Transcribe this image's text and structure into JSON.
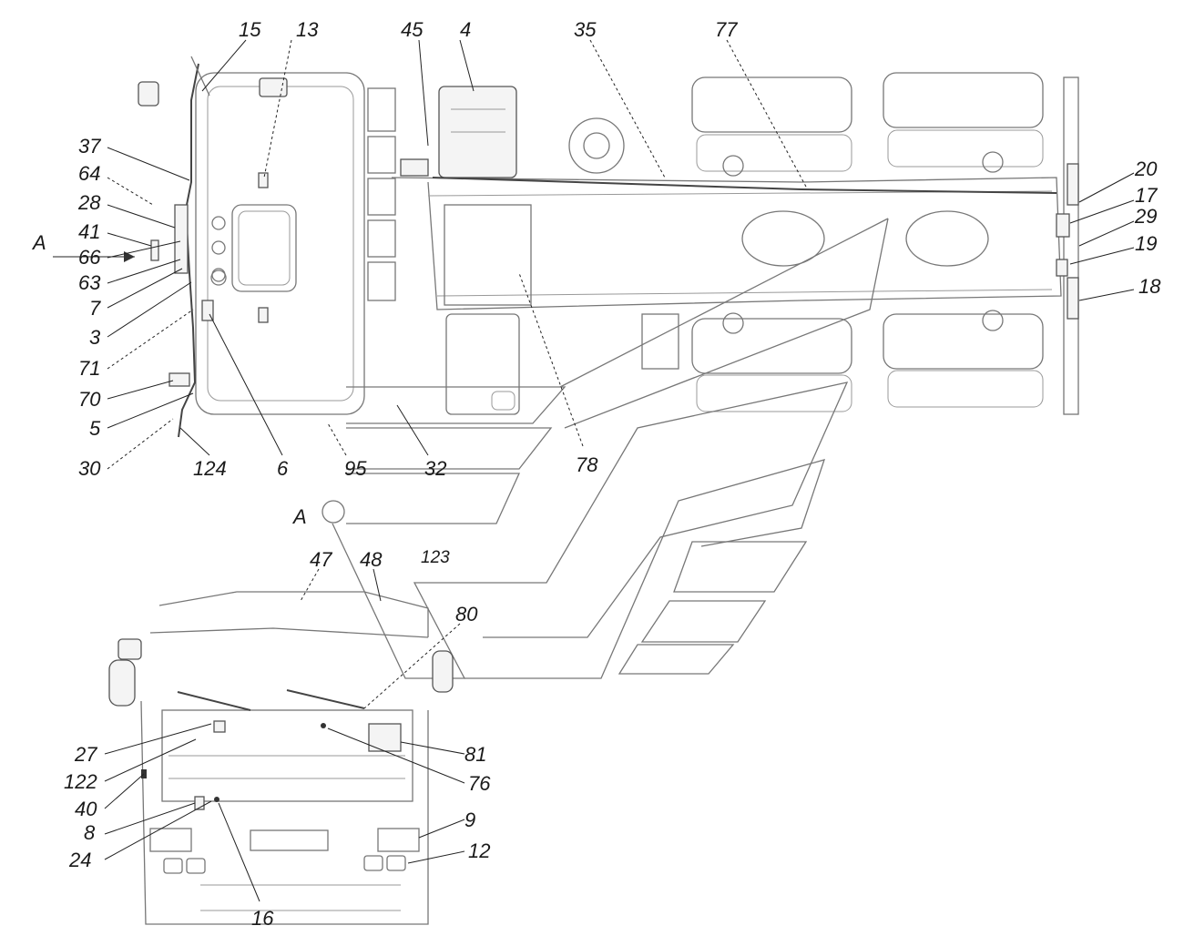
{
  "view_marker": {
    "arrow_label": "A",
    "view_label": "A"
  },
  "callouts": {
    "top_view": [
      "15",
      "13",
      "45",
      "4",
      "35",
      "77",
      "37",
      "64",
      "28",
      "41",
      "66",
      "63",
      "7",
      "3",
      "71",
      "70",
      "5",
      "30",
      "124",
      "6",
      "95",
      "32",
      "78",
      "20",
      "17",
      "29",
      "19",
      "18"
    ],
    "front_view": [
      "47",
      "48",
      "123",
      "80",
      "27",
      "122",
      "40",
      "8",
      "24",
      "16",
      "81",
      "76",
      "9",
      "12"
    ]
  }
}
